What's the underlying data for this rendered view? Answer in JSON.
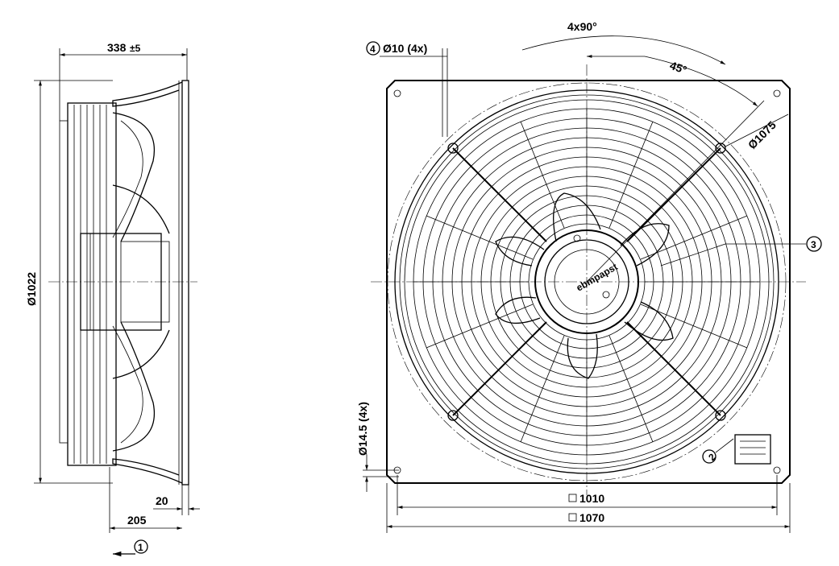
{
  "side_view": {
    "width_dim": "338",
    "width_tol": "±5",
    "diameter_dim": "Ø1022",
    "depth_dim": "205",
    "flange_dim": "20",
    "airflow_marker": "1"
  },
  "front_view": {
    "hole_marker": "4",
    "hole_dim": "Ø10 (4x)",
    "angle_dim": "4x90°",
    "angle_45": "45°",
    "circle_dim": "Ø1075",
    "mount_hole_dim": "Ø14.5 (4x)",
    "inner_square_dim": "1010",
    "outer_square_dim": "1070",
    "callout_3": "3",
    "callout_2": "2",
    "brand_text": "ebmpapst"
  }
}
